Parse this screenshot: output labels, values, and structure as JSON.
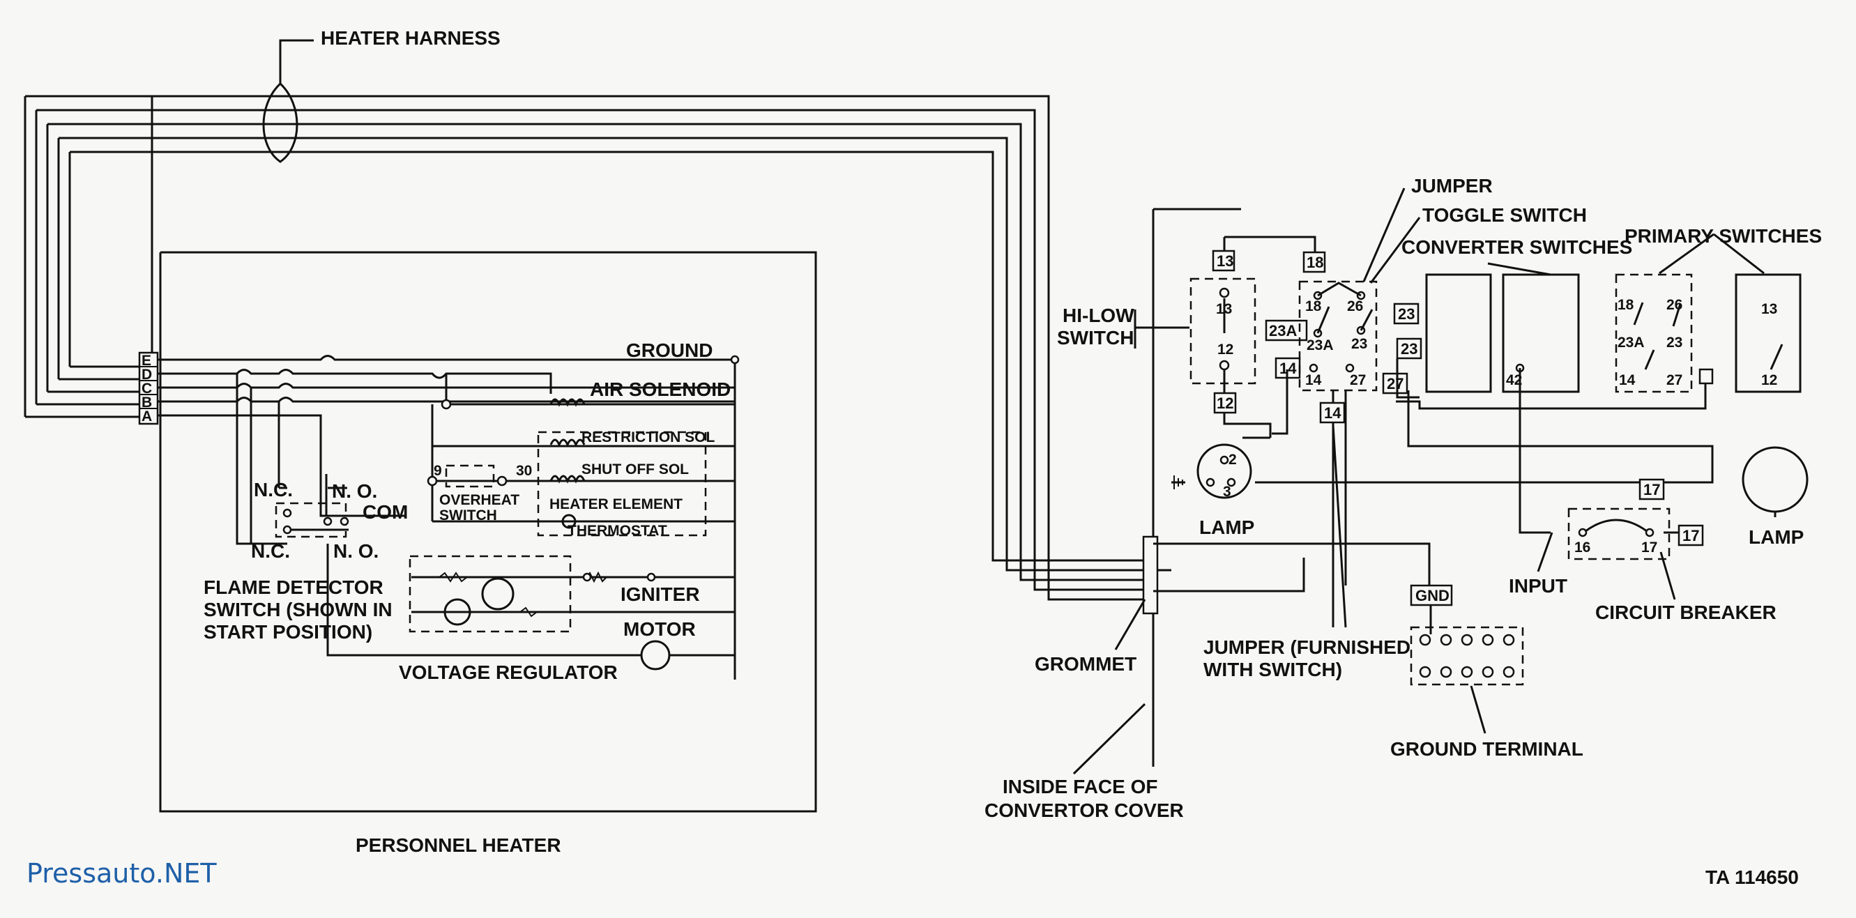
{
  "labels": {
    "heater_harness": "HEATER HARNESS",
    "ground": "GROUND",
    "air_solenoid": "AIR SOLENOID",
    "restriction_sol": "RESTRICTION SOL",
    "shut_off_sol": "SHUT OFF SOL",
    "heater_element": "HEATER ELEMENT",
    "thermostat": "THERMOSTAT",
    "overheat_1": "OVERHEAT",
    "overheat_2": "SWITCH",
    "igniter": "IGNITER",
    "motor": "MOTOR",
    "voltage_regulator": "VOLTAGE REGULATOR",
    "flame_1": "FLAME DETECTOR",
    "flame_2": "SWITCH (SHOWN IN",
    "flame_3": "START POSITION)",
    "nc_top": "N.C.",
    "no_top": "N. O.",
    "com": "COM",
    "nc_bottom": "N.C.",
    "no_bottom": "N. O.",
    "personnel_heater": "PERSONNEL HEATER",
    "jumper": "JUMPER",
    "toggle_switch": "TOGGLE SWITCH",
    "converter_switches": "CONVERTER SWITCHES",
    "primary_switches": "PRIMARY SWITCHES",
    "hi_low_1": "HI-LOW",
    "hi_low_2": "SWITCH",
    "lamp_left": "LAMP",
    "lamp_right": "LAMP",
    "input": "INPUT",
    "circuit_breaker": "CIRCUIT BREAKER",
    "grommet": "GROMMET",
    "jumper_furnished_1": "JUMPER (FURNISHED",
    "jumper_furnished_2": "WITH SWITCH)",
    "ground_terminal": "GROUND TERMINAL",
    "inside_face_1": "INSIDE FACE OF",
    "inside_face_2": "CONVERTOR COVER",
    "figure_id": "TA 114650"
  },
  "connector_pins": [
    "E",
    "D",
    "C",
    "B",
    "A"
  ],
  "pin_numbers": {
    "p9": "9",
    "p30": "30",
    "hl_13": "13",
    "hl_12": "12",
    "ts_18": "18",
    "ts_26": "26",
    "ts_23": "23",
    "ts_23a": "23A",
    "ts_14": "14",
    "ts_27": "27",
    "cs_42": "42",
    "ps_18": "18",
    "ps_26": "26",
    "ps_23a": "23A",
    "ps_23": "23",
    "ps_14": "14",
    "ps_27": "27",
    "ps_13": "13",
    "ps_12": "12",
    "lamp_2": "2",
    "lamp_3": "3",
    "cb_16": "16",
    "cb_17": "17"
  },
  "wire_tags": {
    "t13": "13",
    "t18": "18",
    "t23a": "23A",
    "t23_upper": "23",
    "t23_lower": "23",
    "t14_left": "14",
    "t27": "27",
    "t12": "12",
    "t14_lower": "14",
    "t17_upper": "17",
    "t17_right": "17",
    "tgnd": "GND"
  },
  "branding": {
    "watermark": "Pressauto.NET"
  }
}
